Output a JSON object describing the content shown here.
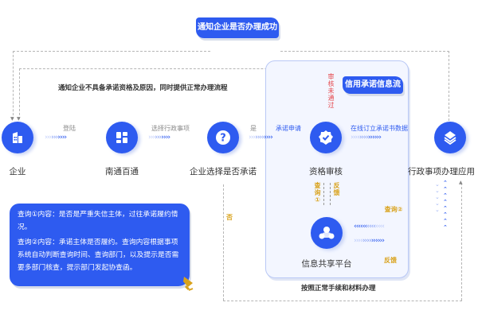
{
  "title": "通知企业是否办理成功",
  "reject_note": "通知企业不具备承诺资格及原因，同时提供正常办理流程",
  "panel_title": "信用承诺信息流",
  "nodes": {
    "enterprise": {
      "label": "企业",
      "icon": "building-icon"
    },
    "nantong": {
      "label": "南通百通",
      "icon": "grid-tiles-icon"
    },
    "choose": {
      "label": "企业选择是否承诺",
      "icon": "question-icon"
    },
    "review": {
      "label": "资格审核",
      "icon": "badge-check-icon"
    },
    "admin": {
      "label": "行政事项办理应用",
      "icon": "layers-icon"
    },
    "share": {
      "label": "信息共享平台",
      "icon": "people-icon"
    }
  },
  "edges": {
    "login": "登陆",
    "select_item": "选择行政事项",
    "yes": "是",
    "no": "否",
    "apply": "承诺申请",
    "online_data": "在线订立承诺书数据",
    "review_failed": "审核未通过",
    "query1": "查询①",
    "feedback1": "反馈",
    "query2": "查询②",
    "feedback2": "反馈",
    "normal_process": "按照正常手续和材料办理"
  },
  "notes": {
    "line1": "查询①内容：是否是严重失信主体，过往承诺履约情况。",
    "line2": "查询②内容：承诺主体是否履约。查询内容根据事项系统自动判断查询时间、查询部门，以及提示是否需要多部门核查，提示部门发起协查函。",
    "icon": "megaphone-icon"
  },
  "colors": {
    "primary": "#2e5bf0",
    "gold": "#d9a21b",
    "red": "#e5484d",
    "panel_bg": "#f3f6ff"
  }
}
